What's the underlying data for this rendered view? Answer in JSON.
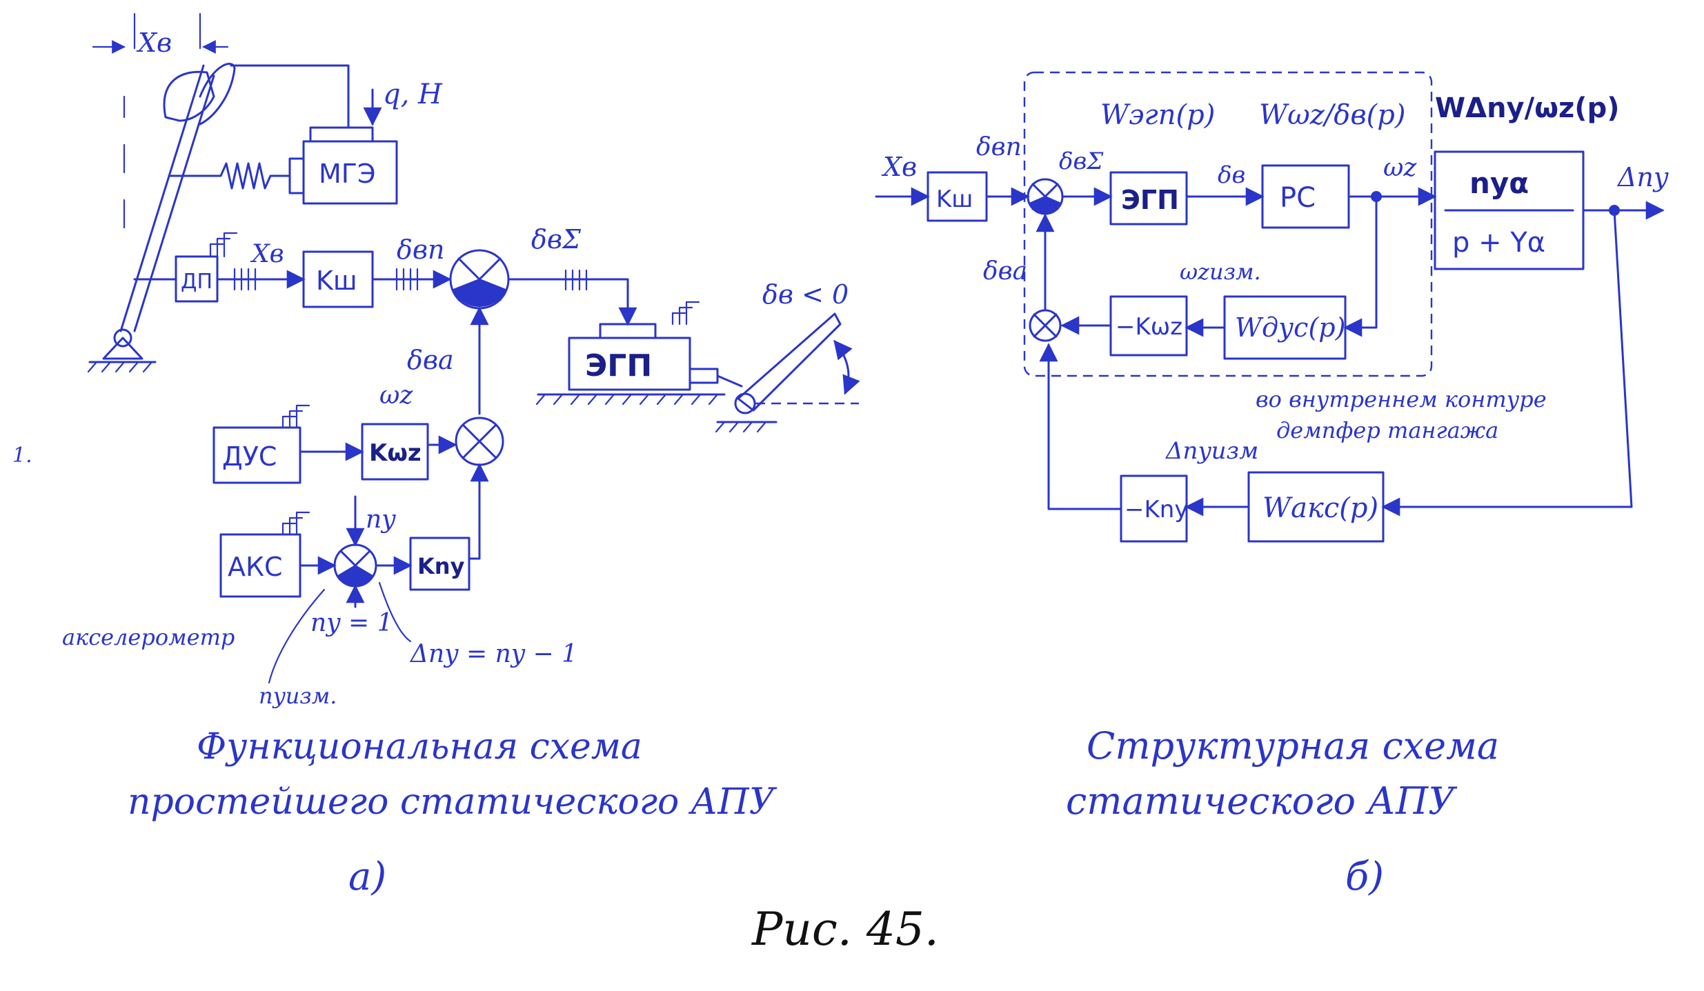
{
  "colors": {
    "ink": "#2a35c9",
    "caption_ink": "#111111"
  },
  "left": {
    "xv_top": "Xв",
    "q_h": "q, H",
    "mge": "МГЭ",
    "dp": "ДП",
    "xv": "Xв",
    "kw_block": "Kш",
    "dvp": "δвп",
    "dv_sigma": "δвΣ",
    "dva": "δва",
    "egp": "ЭГП",
    "dv_lt0": "δв < 0",
    "omega_z": "ωz",
    "dus": "ДУС",
    "k_omega_z": "Kωz",
    "n_y": "ny",
    "aks": "АКС",
    "k_ny": "Kny",
    "ny_eq_1": "ny = 1",
    "delta_ny_eq": "Δny = ny − 1",
    "accelerometer": "акселерометр",
    "ny_izm": "nyизм.",
    "caption_line1": "Функциональная схема",
    "caption_line2": "простейшего статического АПУ",
    "label": "а)"
  },
  "right": {
    "xv": "Xв",
    "kw_block": "Kш",
    "dvp": "δвп",
    "dv_sigma": "δвΣ",
    "w_egp": "Wэгп(p)",
    "egp": "ЭГП",
    "dv": "δв",
    "w_omega": "Wωz/δв(p)",
    "rs": "РС",
    "omega_z": "ωz",
    "w_delta_ny": "WΔny/ωz(p)",
    "tf_num": "nyα",
    "tf_den": "p + Yα",
    "delta_ny": "Δny",
    "dva": "δва",
    "omega_z_izm": "ωzизм.",
    "k_omega_fb": "−Kωz",
    "w_dus": "Wдус(p)",
    "inner_note_1": "во внутреннем контуре",
    "inner_note_2": "демпфер тангажа",
    "delta_ny_izm": "Δnyизм",
    "k_ny_fb": "−Kny",
    "w_aks": "Wакс(p)",
    "caption_line1": "Структурная схема",
    "caption_line2": "статического АПУ",
    "label": "б)"
  },
  "figure_caption": "Рис. 45.",
  "margin_mark": "1."
}
